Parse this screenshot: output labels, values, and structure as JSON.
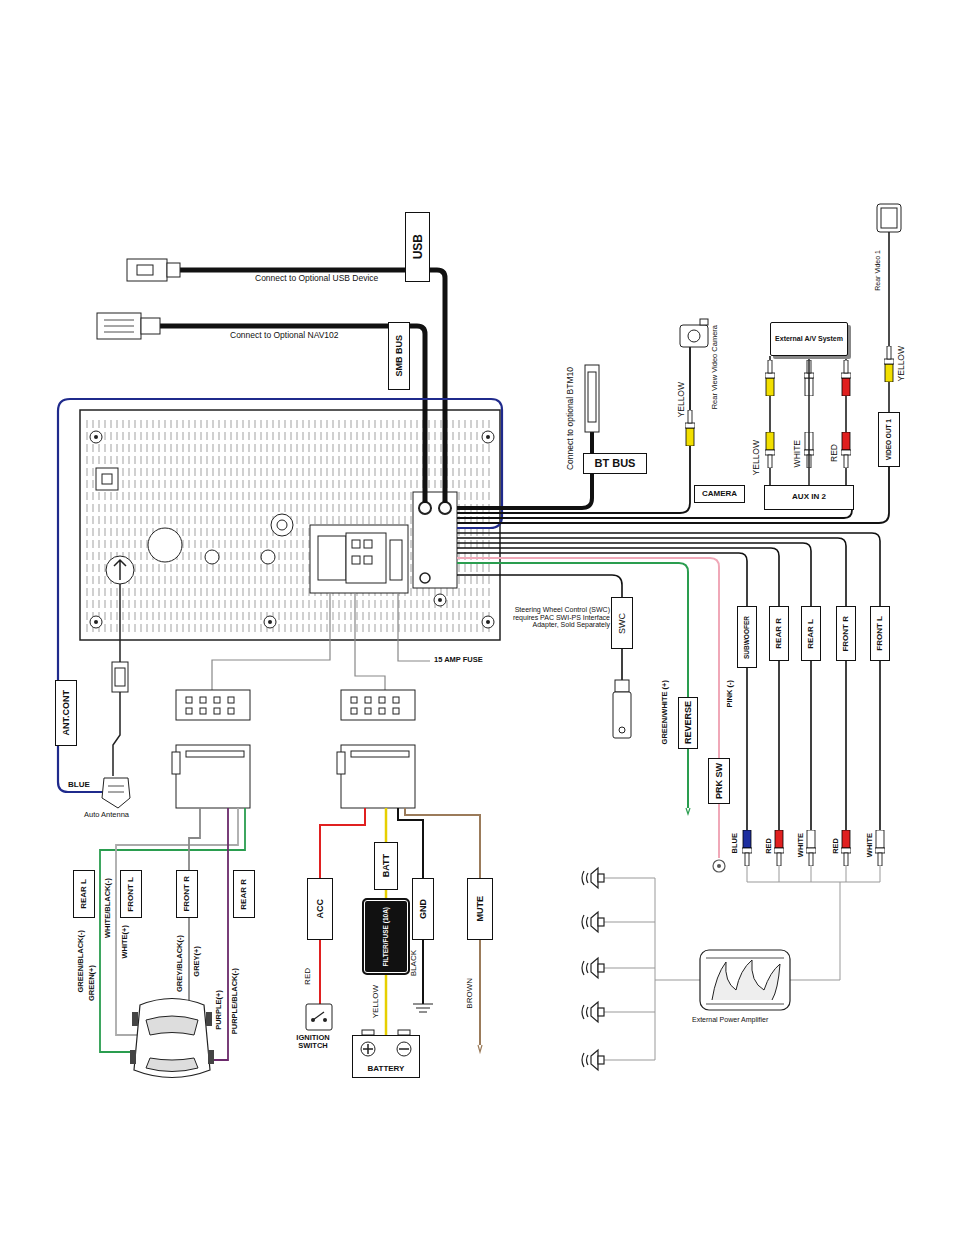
{
  "diagram": {
    "nodes": [
      {
        "text": [
          "USB"
        ]
      },
      {
        "text": [
          "SMB BUS"
        ]
      },
      {
        "text": [
          "External A/V System"
        ]
      },
      {
        "text": [
          "VIDEO OUT 1"
        ]
      },
      {
        "text": [
          "BT BUS"
        ]
      },
      {
        "text": [
          "CAMERA"
        ]
      },
      {
        "text": [
          "AUX IN 2"
        ]
      },
      {
        "text": [
          "ANT.CONT"
        ]
      },
      {
        "text": [
          "SWC"
        ]
      },
      {
        "text": [
          "SUBWOOFER"
        ]
      },
      {
        "text": [
          "REAR R"
        ]
      },
      {
        "text": [
          "REAR L"
        ]
      },
      {
        "text": [
          "FRONT R"
        ]
      },
      {
        "text": [
          "FRONT L"
        ]
      },
      {
        "text": [
          "REVERSE"
        ]
      },
      {
        "text": [
          "PRK SW"
        ]
      },
      {
        "text": [
          "REAR L"
        ]
      },
      {
        "text": [
          "FRONT L"
        ]
      },
      {
        "text": [
          "FRONT R"
        ]
      },
      {
        "text": [
          "REAR R"
        ]
      },
      {
        "text": [
          "ACC"
        ]
      },
      {
        "text": [
          "BATT"
        ]
      },
      {
        "text": [
          "GND"
        ]
      },
      {
        "text": [
          "MUTE"
        ]
      },
      {
        "text": [
          "FILTER/FUSE (10A)"
        ]
      },
      {
        "text": [
          "BATTERY"
        ]
      }
    ],
    "edges": [
      {
        "from": 2,
        "to": 6,
        "arrow": "none"
      },
      {
        "from": 21,
        "to": 24,
        "arrow": "none"
      },
      {
        "from": 24,
        "to": 25,
        "arrow": "none"
      }
    ],
    "labels": [
      "Connect to Optional USB Device",
      "Connect to Optional NAV102",
      "Connect to optional BTM10",
      "Rear View Video Camera",
      "YELLOW",
      "Rear Video 1",
      "YELLOW",
      "YELLOW",
      "WHITE",
      "RED",
      "Steering Wheel Control (SWC) requires PAC SWI-PS Interface Adapter, Sold Separately",
      "15 AMP FUSE",
      "BLUE",
      "Auto Antenna",
      "GREEN/WHITE (+)",
      "PINK (-)",
      "BLUE",
      "RED",
      "WHITE",
      "RED",
      "WHITE",
      "External Power Amplifier",
      "GREEN/BLACK(-)",
      "GREEN(+)",
      "WHITE/BLACK(-)",
      "WHITE(+)",
      "GREY/BLACK(-)",
      "GREY(+)",
      "PURPLE(+)",
      "PURPLE/BLACK(-)",
      "RED",
      "YELLOW",
      "BLACK",
      "BROWN",
      "IGNITION SWITCH"
    ]
  }
}
